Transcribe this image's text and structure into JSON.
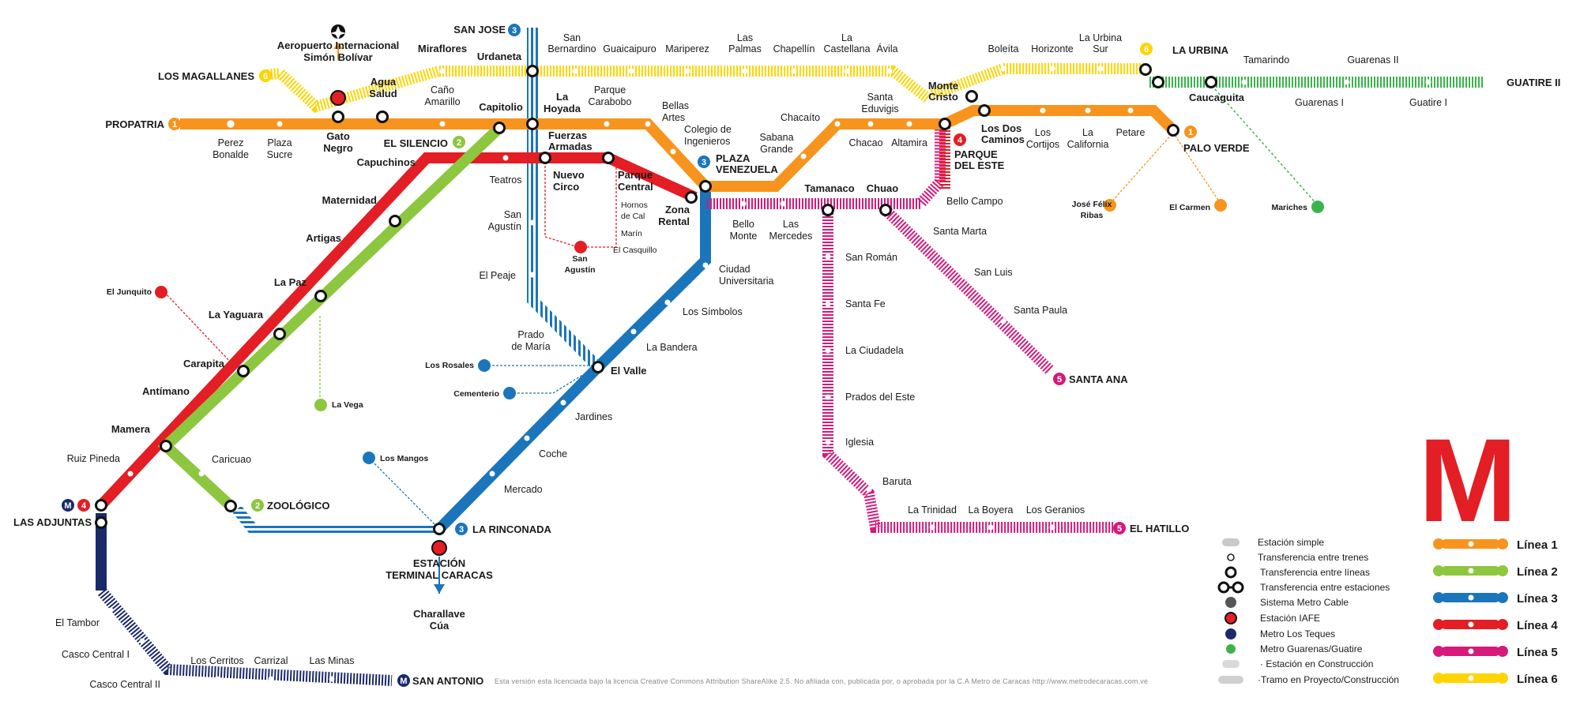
{
  "colors": {
    "line1": "#F7941E",
    "line2": "#8DC63F",
    "line3": "#1B75BB",
    "line4": "#E31E24",
    "line5": "#D6197A",
    "line6": "#FFD400",
    "guarenas": "#39B54A",
    "lostques": "#1B2A6B",
    "logo": "#E31E24"
  },
  "stations": {
    "propatria": "PROPATRIA",
    "perez_bonalde": [
      "Perez",
      "Bonalde"
    ],
    "plaza_sucre": [
      "Plaza",
      "Sucre"
    ],
    "gato_negro": [
      "Gato",
      "Negro"
    ],
    "agua_salud": [
      "Agua",
      "Salud"
    ],
    "cano_amarillo": [
      "Caño",
      "Amarillo"
    ],
    "capitolio": "Capitolio",
    "la_hoyada": [
      "La",
      "Hoyada"
    ],
    "parque_carabobo": [
      "Parque",
      "Carabobo"
    ],
    "bellas_artes": [
      "Bellas",
      "Artes"
    ],
    "colegio": [
      "Colegio de",
      "Ingenieros"
    ],
    "plaza_venezuela": [
      "PLAZA",
      "VENEZUELA"
    ],
    "sabana_grande": [
      "Sabana",
      "Grande"
    ],
    "chacaito": "Chacaíto",
    "chacao": "Chacao",
    "altamira": "Altamira",
    "santa_eduvigis": [
      "Santa",
      "Eduvigis"
    ],
    "monte_cristo": [
      "Monte",
      "Cristo"
    ],
    "los_dos_caminos": [
      "Los Dos",
      "Caminos"
    ],
    "los_cortijos": [
      "Los",
      "Cortijos"
    ],
    "la_california": [
      "La",
      "California"
    ],
    "petare": "Petare",
    "palo_verde": "PALO VERDE",
    "aeropuerto": [
      "Aeropuerto Internacional",
      "Simón Bolívar"
    ],
    "los_magallanes": "LOS MAGALLANES",
    "miraflores": "Miraflores",
    "urdaneta": "Urdaneta",
    "san_jose": "SAN JOSE",
    "san_bernardino": [
      "San",
      "Bernardino"
    ],
    "guaicaipuro": "Guaicaipuro",
    "mariperez": "Mariperez",
    "las_palmas": [
      "Las",
      "Palmas"
    ],
    "chapellin": "Chapellín",
    "la_castellana": [
      "La",
      "Castellana"
    ],
    "avila": "Ávila",
    "boleita": "Boleíta",
    "horizonte": "Horizonte",
    "la_urbina_sur": [
      "La Urbina",
      "Sur"
    ],
    "la_urbina": "LA URBINA",
    "tamarindo": "Tamarindo",
    "guarenas_ii": "Guarenas II",
    "guatire_ii": "GUATIRE II",
    "caucaguita": "Caucaguita",
    "guarenas_i": "Guarenas I",
    "guatire_i": "Guatire I",
    "mariches": "Mariches",
    "el_carmen": "El Carmen",
    "jose_felix_ribas": [
      "José Félix",
      "Ribas"
    ],
    "el_silencio": "EL SILENCIO",
    "capuchinos": "Capuchinos",
    "maternidad": "Maternidad",
    "artigas": "Artigas",
    "la_paz": "La Paz",
    "la_yaguara": "La Yaguara",
    "carapita": "Carapita",
    "antimano": "Antímano",
    "mamera": "Mamera",
    "ruiz_pineda": "Ruiz Pineda",
    "las_adjuntas": "LAS ADJUNTAS",
    "caricuao": "Caricuao",
    "zoologico": "ZOOLÓGICO",
    "el_junquito": "El Junquito",
    "la_vega": "La Vega",
    "teatros": "Teatros",
    "fuerzas_armadas": [
      "Fuerzas",
      "Armadas"
    ],
    "nuevo_circo": [
      "Nuevo",
      "Circo"
    ],
    "parque_central": [
      "Parque",
      "Central"
    ],
    "zona_rental": [
      "Zona",
      "Rental"
    ],
    "hornos_de_cal": [
      "Hornos",
      "de Cal"
    ],
    "marin": "Marín",
    "el_casquillo": "El Casquillo",
    "san_agustin_cable": [
      "San",
      "Agustín"
    ],
    "san_agustin": [
      "San",
      "Agustín"
    ],
    "el_peaje": "El Peaje",
    "prado_de_maria": [
      "Prado",
      "de María"
    ],
    "los_rosales": "Los Rosales",
    "cementerio": "Cementerio",
    "el_valle": "El Valle",
    "jardines": "Jardines",
    "coche": "Coche",
    "mercado": "Mercado",
    "los_mangos": "Los Mangos",
    "la_rinconada": "LA RINCONADA",
    "estacion_terminal": [
      "ESTACIÓN",
      "TERMINAL CARACAS"
    ],
    "charallave": [
      "Charallave",
      "Cúa"
    ],
    "ciudad_universitaria": [
      "Ciudad",
      "Universitaria"
    ],
    "los_simbolos": "Los Símbolos",
    "la_bandera": "La Bandera",
    "bello_monte": [
      "Bello",
      "Monte"
    ],
    "las_mercedes": [
      "Las",
      "Mercedes"
    ],
    "tamanaco": "Tamanaco",
    "chuao": "Chuao",
    "bello_campo": "Bello Campo",
    "parque_del_este": [
      "PARQUE",
      "DEL ESTE"
    ],
    "santa_marta": "Santa Marta",
    "san_luis": "San Luis",
    "santa_paula": "Santa Paula",
    "santa_ana": "SANTA ANA",
    "san_roman": "San Román",
    "santa_fe": "Santa Fe",
    "la_ciudadela": "La Ciudadela",
    "prados_del_este": "Prados del Este",
    "iglesia": "Iglesia",
    "baruta": "Baruta",
    "la_trinidad": "La Trinidad",
    "la_boyera": "La Boyera",
    "los_geranios": "Los Geranios",
    "el_hatillo": "EL HATILLO",
    "el_tambor": "El Tambor",
    "casco_central_i": "Casco Central I",
    "casco_central_ii": "Casco Central II",
    "los_cerritos": "Los Cerritos",
    "carrizal": "Carrizal",
    "las_minas": "Las Minas",
    "san_antonio": "SAN ANTONIO"
  },
  "badges": {
    "l1": "1",
    "l2": "2",
    "l3": "3",
    "l4": "4",
    "l5": "5",
    "l6": "6",
    "m": "M"
  },
  "legend": {
    "items": [
      "Estación simple",
      "Transferencia entre trenes",
      "Transferencia entre líneas",
      "Transferencia entre estaciones",
      "Sistema Metro Cable",
      "Estación IAFE",
      "Metro Los Teques",
      "Metro Guarenas/Guatire",
      "· Estación en Construcción",
      "·Tramo en Proyecto/Construcción"
    ],
    "lines": [
      "Línea 1",
      "Línea 2",
      "Línea 3",
      "Línea 4",
      "Línea 5",
      "Línea 6"
    ]
  },
  "logo": "M",
  "license": "Esta versión esta licenciada bajo la licencia Creative Commons Attribution ShareAlike 2.5. No afiliada con, publicada por, o aprobada por la C.A Metro de Caracas http://www.metrodecaracas.com.ve"
}
